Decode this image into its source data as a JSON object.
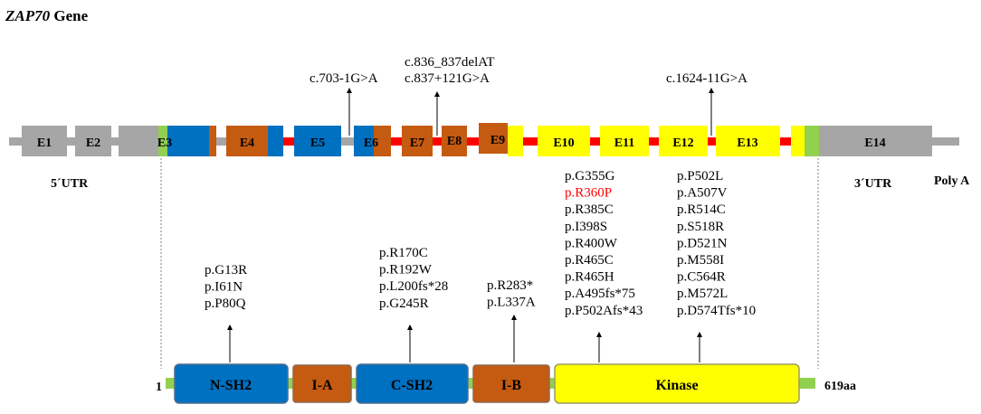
{
  "title": {
    "gene_italic": "ZAP70",
    "gene_suffix": " Gene"
  },
  "colors": {
    "intron_gray": "#a6a6a6",
    "exon_gray": "#a6a6a6",
    "sh2_blue": "#0070c0",
    "interdomain_orange": "#c55a11",
    "kinase_yellow": "#ffff00",
    "utr_green": "#92d050",
    "splice_red": "#ff0000",
    "highlight_red": "#ff0000"
  },
  "gene": {
    "utr5_label": "5´UTR",
    "utr3_label": "3´UTR",
    "polya_label": "Poly A",
    "exons": [
      "E1",
      "E2",
      "E3",
      "E4",
      "E5",
      "E6",
      "E7",
      "E8",
      "E9",
      "E10",
      "E11",
      "E12",
      "E13",
      "E14"
    ],
    "splice_mutations": [
      {
        "lines": [
          "c.703-1G>A"
        ]
      },
      {
        "lines": [
          "c.836_837delAT",
          "c.837+121G>A"
        ]
      },
      {
        "lines": [
          "c.1624-11G>A"
        ]
      }
    ]
  },
  "protein": {
    "start_label": "1",
    "end_label": "619aa",
    "domains": [
      "N-SH2",
      "I-A",
      "C-SH2",
      "I-B",
      "Kinase"
    ],
    "mutation_groups": [
      {
        "domain": "N-SH2",
        "variants": [
          "p.G13R",
          "p.I61N",
          "p.P80Q"
        ]
      },
      {
        "domain": "C-SH2",
        "variants": [
          "p.R170C",
          "p.R192W",
          "p.L200fs*28",
          "p.G245R"
        ]
      },
      {
        "domain": "I-B",
        "variants": [
          "p.R283*",
          "p.L337A"
        ]
      },
      {
        "domain": "Kinase",
        "variants": [
          "p.G355G",
          "p.R360P",
          "p.R385C",
          "p.I398S",
          "p.R400W",
          "p.R465C",
          "p.R465H",
          "p.A495fs*75",
          "p.P502Afs*43"
        ]
      },
      {
        "domain": "Kinase",
        "variants": [
          "p.P502L",
          "p.A507V",
          "p.R514C",
          "p.S518R",
          "p.D521N",
          "p.M558I",
          "p.C564R",
          "p.M572L",
          "p.D574Tfs*10"
        ]
      }
    ],
    "highlighted_variant": "p.R360P"
  }
}
